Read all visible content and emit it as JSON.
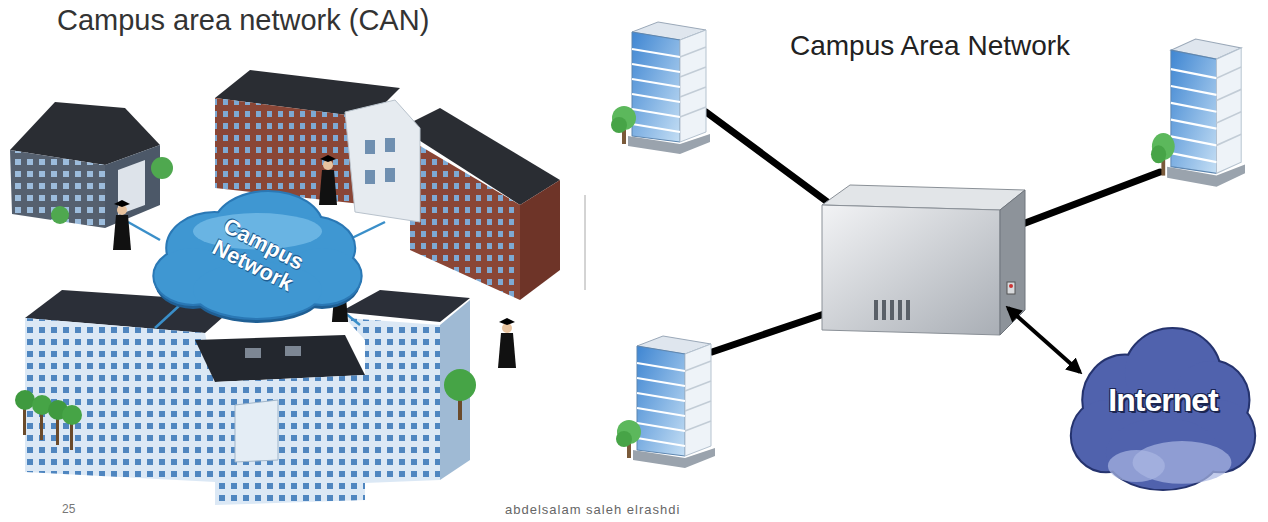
{
  "diagram": {
    "title": "Campus area network (CAN)",
    "nodes": [
      {
        "text": [
          "Campus Network"
        ]
      },
      {
        "text": [
          "Internet"
        ]
      }
    ],
    "labels": [
      "Campus Area Network",
      "25",
      "abdelsalam saleh elrashdi"
    ]
  }
}
